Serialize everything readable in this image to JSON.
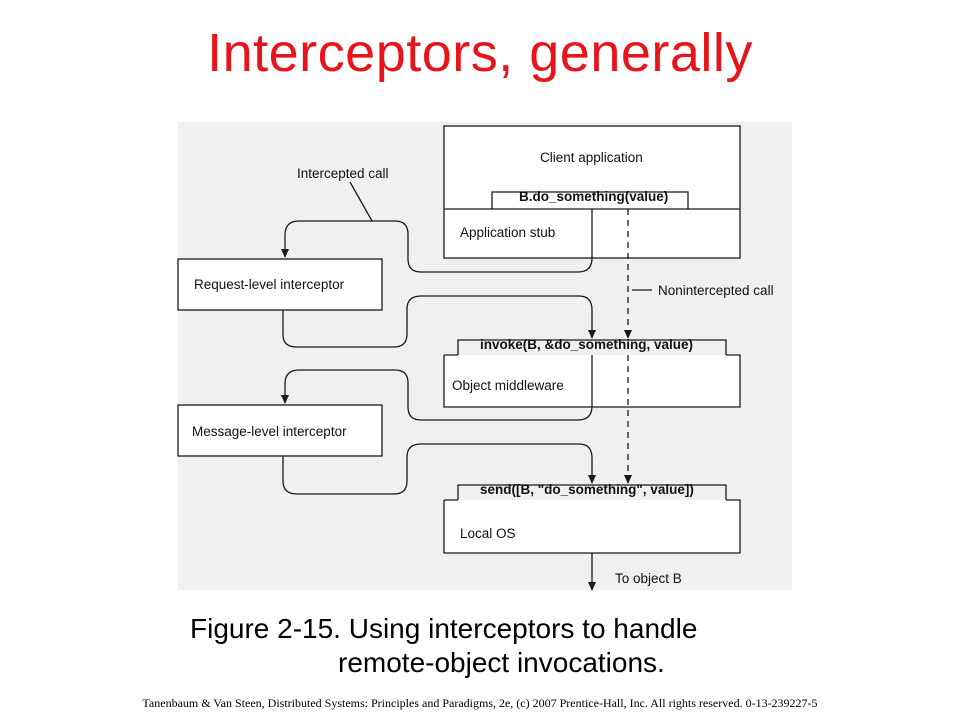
{
  "slide": {
    "title": "Interceptors, generally",
    "caption_line1": "Figure 2-15. Using interceptors to handle",
    "caption_line2": "remote-object invocations.",
    "footer": "Tanenbaum & Van Steen, Distributed Systems: Principles and Paradigms, 2e, (c) 2007 Prentice-Hall, Inc. All rights reserved. 0-13-239227-5"
  },
  "diagram": {
    "client_application": "Client application",
    "client_call": "B.do_something(value)",
    "application_stub": "Application stub",
    "intercepted_call_label": "Intercepted call",
    "request_interceptor": "Request-level interceptor",
    "nonintercepted_call_label": "Nonintercepted call",
    "invoke_call": "invoke(B, &do_something, value)",
    "object_middleware": "Object middleware",
    "message_interceptor": "Message-level interceptor",
    "send_call": "send([B, \"do_something\", value])",
    "local_os": "Local OS",
    "to_object_b": "To object B"
  },
  "colors": {
    "title": "#e8141c",
    "panel_background": "#f0f0f0",
    "box_fill": "#ffffff",
    "line": "#1a1a1a"
  }
}
